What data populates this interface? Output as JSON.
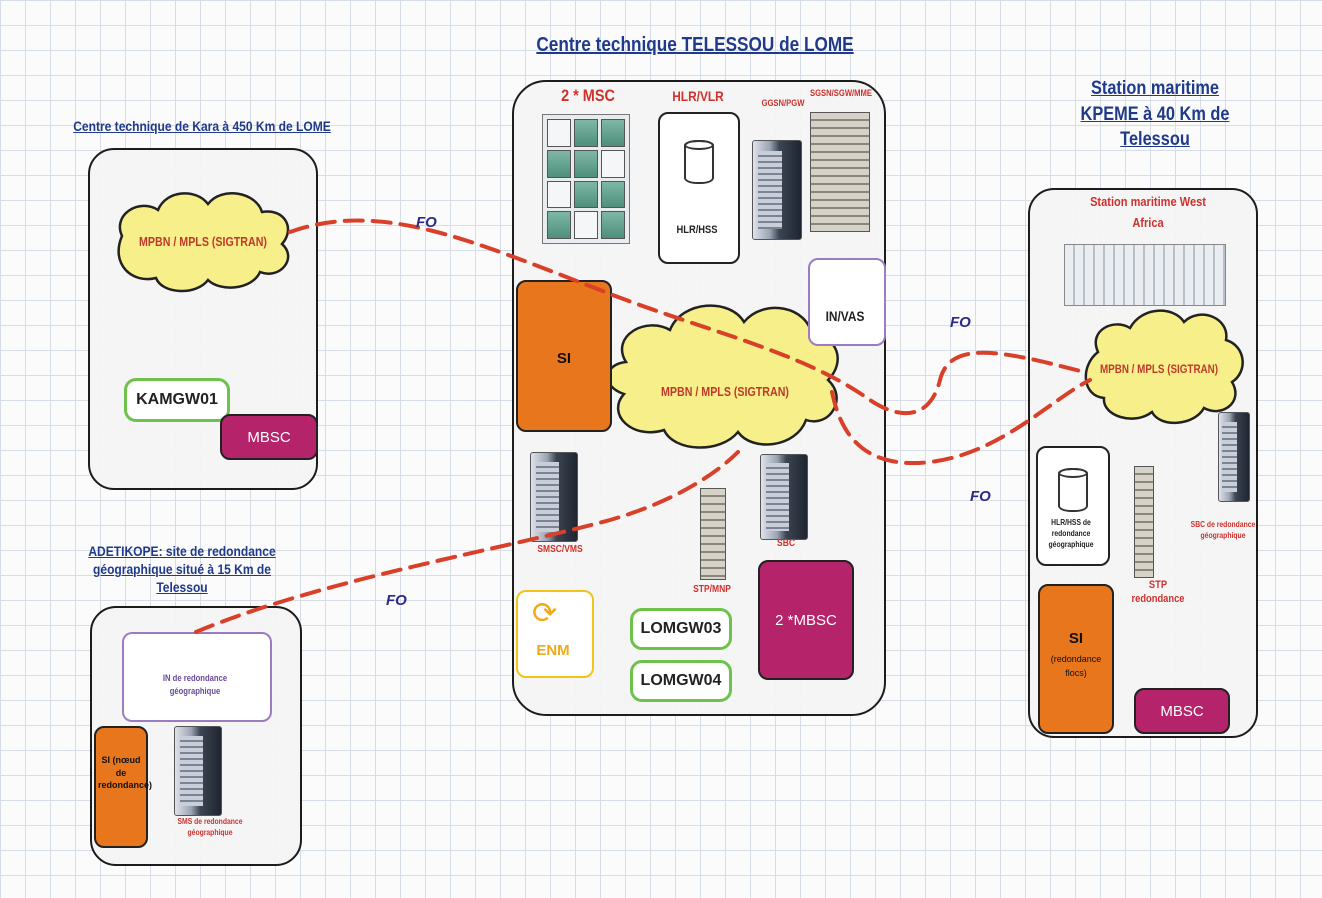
{
  "colors": {
    "fiber": "#d9402a",
    "gateway_border": "#6cc24a",
    "mbsc": "#b5246a",
    "si": "#e8761c",
    "in_vas_border": "#9b7cc2",
    "cloud": "#f7f08a"
  },
  "central": {
    "title": "Centre technique TELESSOU de LOME",
    "msc_label": "2 * MSC",
    "hlr_vlr_label": "HLR/VLR",
    "hlr_hss_label": "HLR/HSS",
    "ggsn_label": "GGSN/PGW",
    "sgsn_label": "SGSN/SGW/MME",
    "in_vas_label": "IN/VAS",
    "si_label": "SI",
    "cloud_label": "MPBN / MPLS (SIGTRAN)",
    "smsc_label": "SMSC/VMS",
    "stp_label": "STP/MNP",
    "sbc_label": "SBC",
    "enm_label": "ENM",
    "lomgw03_label": "LOMGW03",
    "lomgw04_label": "LOMGW04",
    "mbsc_label": "2 *MBSC"
  },
  "kara": {
    "title": "Centre technique de Kara à 450 Km de LOME",
    "cloud_label": "MPBN / MPLS (SIGTRAN)",
    "gw_label": "KAMGW01",
    "mbsc_label": "MBSC"
  },
  "kpeme": {
    "title": "Station maritime KPEME à 40 Km de Telessou",
    "station_label": "Station maritime West Africa",
    "cloud_label": "MPBN / MPLS (SIGTRAN)",
    "hlr_label": "HLR/HSS de redondance géographique",
    "stp_label": "STP redondance",
    "sbc_label": "SBC de redondance géographique",
    "si_label": "SI",
    "si_sub": "(redondance flocs)",
    "mbsc_label": "MBSC"
  },
  "adetikope": {
    "title": "ADETIKOPE: site de redondance géographique situé à 15 Km de Telessou",
    "in_label": "IN de redondance géographique",
    "si_label": "SI (nœud de redondance)",
    "sms_label": "SMS de redondance géographique"
  },
  "links": {
    "fo_label": "FO"
  }
}
